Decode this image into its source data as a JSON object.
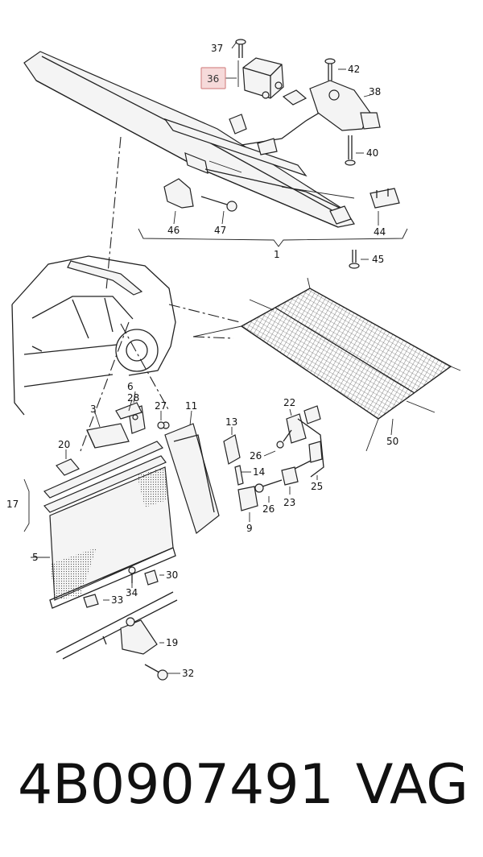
{
  "diagram": {
    "highlighted_part": "36",
    "callouts": {
      "c1": "1",
      "c3": "3",
      "c5": "5",
      "c6": "6",
      "c9": "9",
      "c11": "11",
      "c13": "13",
      "c14": "14",
      "c17": "17",
      "c19": "19",
      "c20": "20",
      "c22": "22",
      "c23": "23",
      "c25": "25",
      "c26a": "26",
      "c26b": "26",
      "c27": "27",
      "c28": "28",
      "c30": "30",
      "c32": "32",
      "c33": "33",
      "c34": "34",
      "c36": "36",
      "c37": "37",
      "c38": "38",
      "c40": "40",
      "c42": "42",
      "c44": "44",
      "c45": "45",
      "c46": "46",
      "c47": "47",
      "c50": "50"
    }
  },
  "footer": {
    "part_number": "4B0907491",
    "brand": "VAG"
  }
}
